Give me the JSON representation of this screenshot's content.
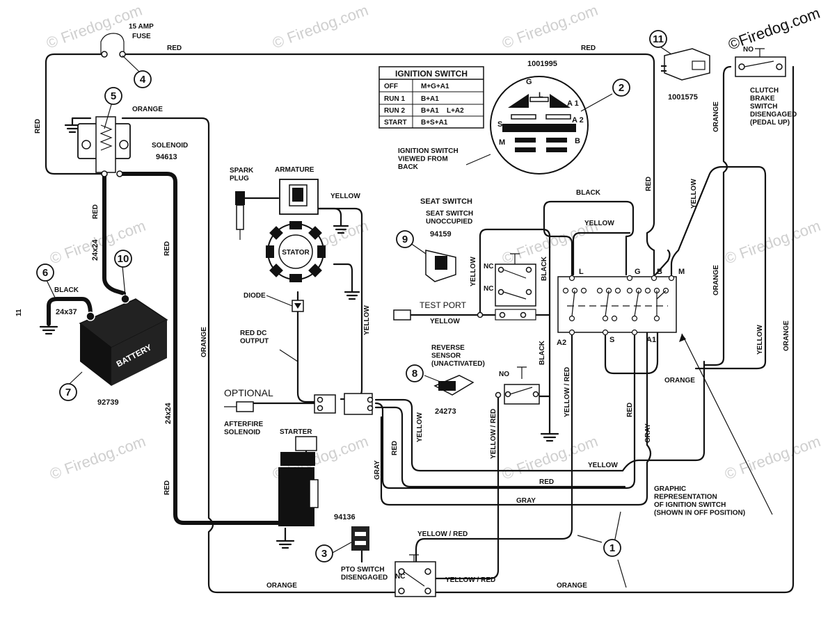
{
  "watermarks": {
    "brand": "© Firedog.com",
    "brand_top": "©Firedog.com",
    "side": "11"
  },
  "callouts": [
    "1",
    "2",
    "3",
    "4",
    "5",
    "6",
    "7",
    "8",
    "9",
    "10",
    "11"
  ],
  "fuse": {
    "amp_label": "15 AMP",
    "name": "FUSE"
  },
  "solenoid": {
    "name": "SOLENOID",
    "part": "94613"
  },
  "battery": {
    "name": "BATTERY",
    "part": "92739",
    "cable_black_size": "24x37",
    "cable_black": "BLACK"
  },
  "cables": {
    "red_size": "24x24",
    "orange_size": "24x24"
  },
  "engine": {
    "spark_plug": "SPARK\nPLUG",
    "armature": "ARMATURE",
    "stator": "STATOR",
    "diode": "DIODE",
    "red_dc_output": "RED DC\nOUTPUT",
    "optional": "OPTIONAL",
    "afterfire": "AFTERFIRE\nSOLENOID"
  },
  "starter": {
    "name": "STARTER"
  },
  "pto_switch": {
    "part": "94136",
    "label": "PTO SWITCH\nDISENGAGED",
    "nc": "NC"
  },
  "ignition_table": {
    "title": "IGNITION SWITCH",
    "rows": [
      [
        "OFF",
        "M+G+A1"
      ],
      [
        "RUN 1",
        "B+A1"
      ],
      [
        "RUN 2",
        "B+A1    L+A2"
      ],
      [
        "START",
        "B+S+A1"
      ]
    ]
  },
  "ignition_switch": {
    "part": "1001995",
    "caption": "IGNITION SWITCH\nVIEWED FROM\nBACK",
    "terminals": [
      "G",
      "L",
      "A 1",
      "S",
      "A 2",
      "M",
      "B"
    ]
  },
  "plug11": {
    "part": "1001575"
  },
  "clutch_switch": {
    "label": "CLUTCH\nBRAKE\nSWITCH\nDISENGAGED\n(PEDAL UP)",
    "no": "NO"
  },
  "seat_switch": {
    "title": "SEAT SWITCH",
    "subtitle": "SEAT SWITCH\nUNOCCUPIED",
    "part": "94159",
    "nc1": "NC",
    "nc2": "NC"
  },
  "test_port": "TEST PORT",
  "reverse_sensor": {
    "label": "REVERSE\nSENSOR\n(UNACTIVATED)",
    "part": "24273",
    "no": "NO"
  },
  "graphic_ign": {
    "terminals": {
      "L": "L",
      "G": "G",
      "B": "B",
      "M": "M",
      "A2": "A2",
      "S": "S",
      "A1": "A1"
    },
    "note": "GRAPHIC\nREPRESENTATION\nOF IGNITION SWITCH\n(SHOWN IN OFF POSITION)"
  },
  "wires": {
    "red": "RED",
    "orange": "ORANGE",
    "yellow": "YELLOW",
    "black": "BLACK",
    "gray": "GRAY",
    "yellow_red": "YELLOW / RED"
  }
}
